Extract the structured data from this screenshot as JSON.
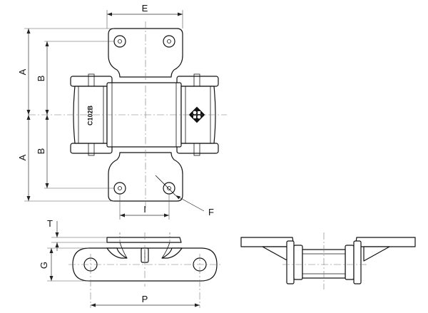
{
  "drawing": {
    "dimension_labels": {
      "A_upper": "A",
      "A_lower": "A",
      "B_upper": "B",
      "B_lower": "B",
      "E": "E",
      "F": "F",
      "I": "I",
      "T": "T",
      "G": "G",
      "P": "P"
    },
    "part_marking": "C102B"
  }
}
